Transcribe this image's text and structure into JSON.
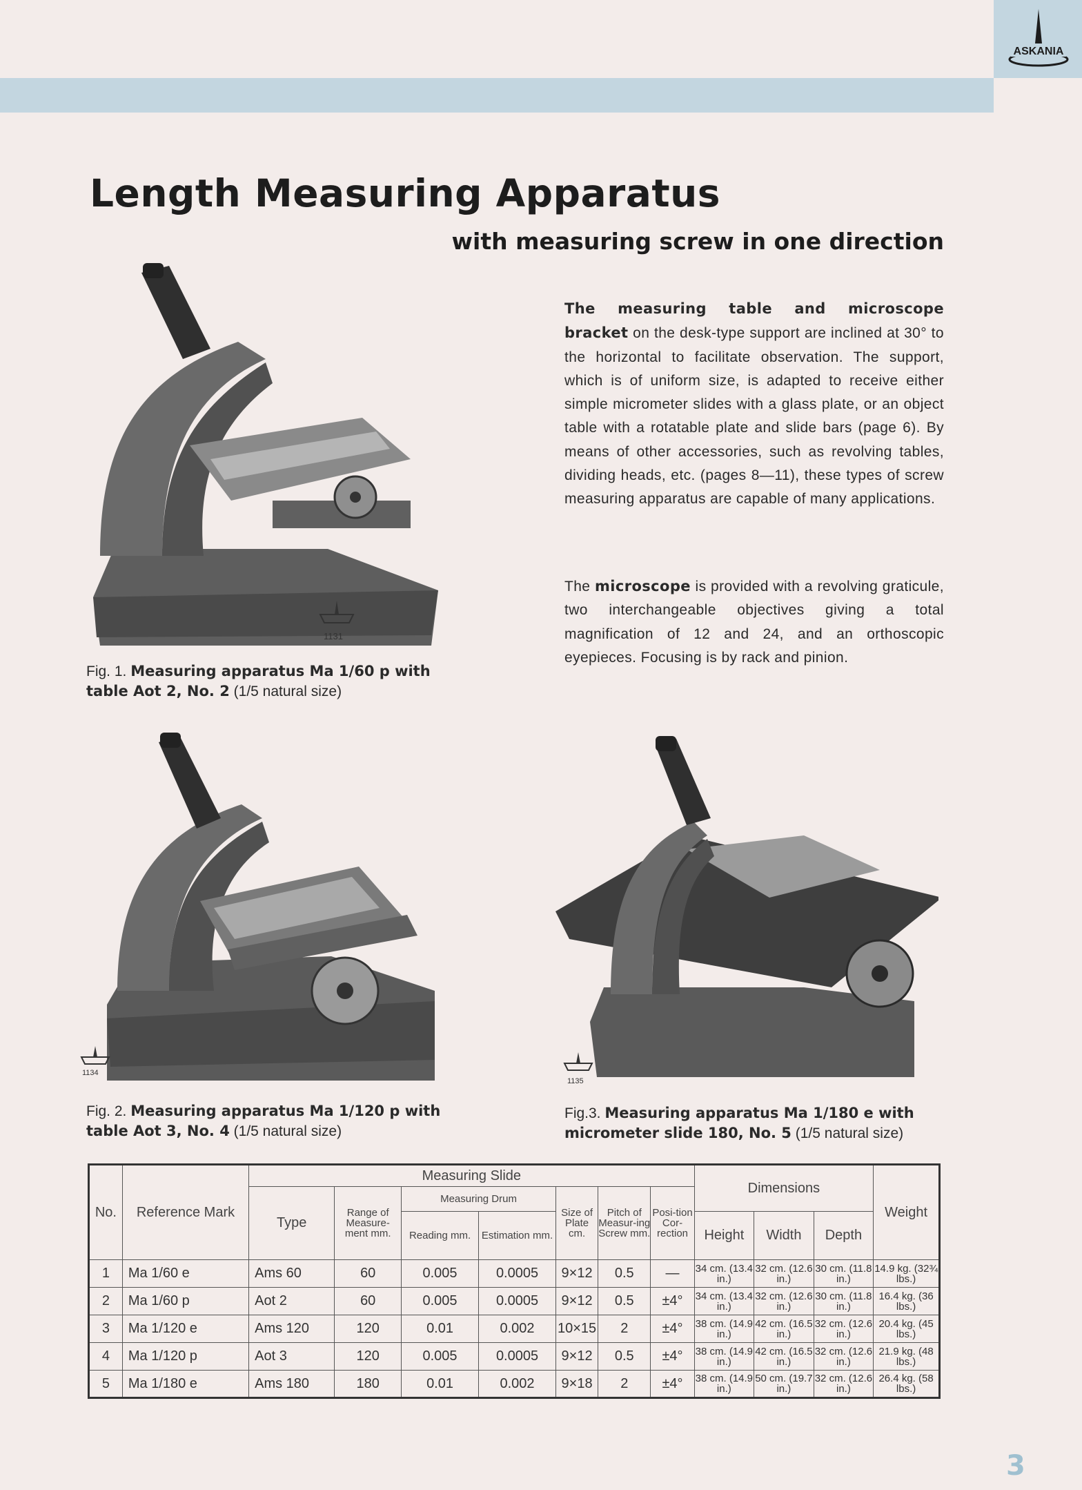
{
  "header": {
    "logo_text": "ASKANIA",
    "title": "Length Measuring Apparatus",
    "subtitle": "with measuring screw in one direction"
  },
  "intro": {
    "p1_bold": "The measuring table and microscope bracket",
    "p1_rest": " on the desk-type support are inclined at 30° to the horizontal to facilitate observation. The support, which is of uniform size, is adapted to receive either simple micrometer slides with a glass plate, or an object table with a rotatable plate and slide bars (page 6). By means of other accessories, such as revolving tables, dividing heads, etc. (pages 8—11), these types of screw measuring apparatus are capable of many applications.",
    "p2_pre": "The ",
    "p2_bold": "microscope",
    "p2_rest": " is provided with a revolving graticule, two interchangeable objectives giving a total magnification of 12 and 24, and an orthoscopic eyepieces. Focusing is by rack and pinion."
  },
  "figures": [
    {
      "number": "1131",
      "label": "Fig. 1. ",
      "bold": "Measuring apparatus Ma 1/60 p with table Aot 2, No. 2",
      "scale": " (1/5 natural size)"
    },
    {
      "number": "1134",
      "label": "Fig. 2. ",
      "bold": "Measuring apparatus Ma 1/120 p with table Aot 3, No. 4",
      "scale": " (1/5 natural size)"
    },
    {
      "number": "1135",
      "label": "Fig.3. ",
      "bold": "Measuring apparatus Ma 1/180 e with micrometer slide 180, No. 5",
      "scale": " (1/5 natural size)"
    }
  ],
  "table": {
    "headers": {
      "no": "No.",
      "ref": "Reference Mark",
      "measuring_slide": "Measuring Slide",
      "type": "Type",
      "range": "Range of Measure-ment mm.",
      "drum": "Measuring Drum",
      "reading": "Reading mm.",
      "estimation": "Estimation mm.",
      "size": "Size of Plate cm.",
      "pitch": "Pitch of Measur-ing Screw mm.",
      "position": "Posi-tion Cor-rection",
      "dimensions": "Dimensions",
      "height": "Height",
      "width": "Width",
      "depth": "Depth",
      "weight": "Weight"
    },
    "rows": [
      {
        "no": "1",
        "ref": "Ma 1/60 e",
        "type": "Ams 60",
        "range": "60",
        "reading": "0.005",
        "estimation": "0.0005",
        "size": "9×12",
        "pitch": "0.5",
        "position": "—",
        "height": "34 cm. (13.4 in.)",
        "width": "32 cm. (12.6 in.)",
        "depth": "30 cm. (11.8 in.)",
        "weight": "14.9 kg. (32¾ lbs.)"
      },
      {
        "no": "2",
        "ref": "Ma 1/60 p",
        "type": "Aot 2",
        "range": "60",
        "reading": "0.005",
        "estimation": "0.0005",
        "size": "9×12",
        "pitch": "0.5",
        "position": "±4°",
        "height": "34 cm. (13.4 in.)",
        "width": "32 cm. (12.6 in.)",
        "depth": "30 cm. (11.8 in.)",
        "weight": "16.4 kg. (36 lbs.)"
      },
      {
        "no": "3",
        "ref": "Ma 1/120 e",
        "type": "Ams 120",
        "range": "120",
        "reading": "0.01",
        "estimation": "0.002",
        "size": "10×15",
        "pitch": "2",
        "position": "±4°",
        "height": "38 cm. (14.9 in.)",
        "width": "42 cm. (16.5 in.)",
        "depth": "32 cm. (12.6 in.)",
        "weight": "20.4 kg. (45 lbs.)"
      },
      {
        "no": "4",
        "ref": "Ma 1/120 p",
        "type": "Aot 3",
        "range": "120",
        "reading": "0.005",
        "estimation": "0.0005",
        "size": "9×12",
        "pitch": "0.5",
        "position": "±4°",
        "height": "38 cm. (14.9 in.)",
        "width": "42 cm. (16.5 in.)",
        "depth": "32 cm. (12.6 in.)",
        "weight": "21.9 kg. (48 lbs.)"
      },
      {
        "no": "5",
        "ref": "Ma 1/180 e",
        "type": "Ams 180",
        "range": "180",
        "reading": "0.01",
        "estimation": "0.002",
        "size": "9×18",
        "pitch": "2",
        "position": "±4°",
        "height": "38 cm. (14.9 in.)",
        "width": "50 cm. (19.7 in.)",
        "depth": "32 cm. (12.6 in.)",
        "weight": "26.4 kg. (58 lbs.)"
      }
    ]
  },
  "page_number": "3"
}
